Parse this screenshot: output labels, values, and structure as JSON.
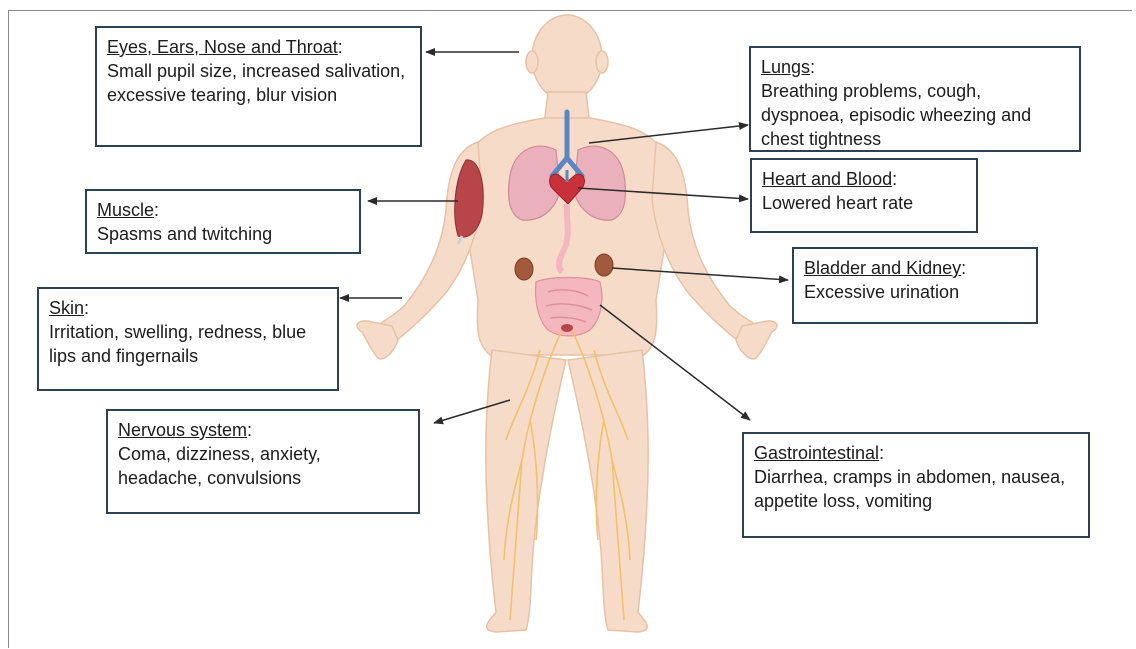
{
  "callouts": {
    "eent": {
      "title": "Eyes, Ears, Nose and Throat",
      "text": "Small pupil size, increased salivation, excessive tearing, blur vision"
    },
    "lungs": {
      "title": "Lungs",
      "text": "Breathing problems, cough, dyspnoea, episodic wheezing and chest tightness"
    },
    "muscle": {
      "title": "Muscle",
      "text": "Spasms and twitching"
    },
    "heart": {
      "title": "Heart and Blood",
      "text": "Lowered heart rate"
    },
    "bladder": {
      "title": "Bladder and Kidney",
      "text": "Excessive urination"
    },
    "skin": {
      "title": "Skin",
      "text": "Irritation, swelling, redness, blue lips and fingernails"
    },
    "nervous": {
      "title": "Nervous system",
      "text": "Coma, dizziness, anxiety, headache, convulsions"
    },
    "gi": {
      "title": "Gastrointestinal",
      "text": "Diarrhea, cramps in abdomen, nausea, appetite loss, vomiting"
    }
  },
  "colors": {
    "box_border": "#2e4150",
    "skin": "#f6dcc8",
    "skin_outline": "#e6c2a6",
    "lung": "#e8a8b4",
    "trachea": "#5b86c4",
    "heart": "#c8303a",
    "intestine": "#f3b7bd",
    "kidney": "#a35a3c",
    "muscle": "#b8454a",
    "nerve": "#f0c26a",
    "arrow": "#2b2b2b"
  }
}
